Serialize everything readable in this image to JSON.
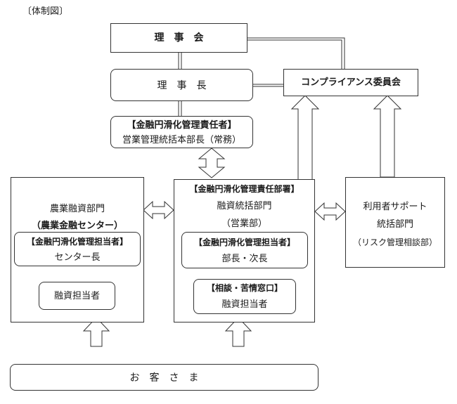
{
  "caption": "〔体制図〕",
  "board": "理　事　会",
  "chairman": "理　事　長",
  "compliance": "コンプライアンス委員会",
  "manager": {
    "title": "【金融円滑化管理責任者】",
    "role": "営業管理統括本部長（常務）"
  },
  "left_dept": {
    "line1": "農業融資部門",
    "line2": "（農業金融センター）",
    "officer_title": "【金融円滑化管理担当者】",
    "officer_role": "センター長",
    "staff": "融資担当者"
  },
  "center_dept": {
    "title": "【金融円滑化管理責任部署】",
    "line1": "融資統括部門",
    "line2": "（営業部）",
    "officer_title": "【金融円滑化管理担当者】",
    "officer_role": "部長・次長",
    "consult_title": "【相談・苦情窓口】",
    "consult_role": "融資担当者"
  },
  "right_dept": {
    "line1": "利用者サポート",
    "line2": "統括部門",
    "line3": "（リスク管理相談部）"
  },
  "customer": "お　客　さ　ま"
}
